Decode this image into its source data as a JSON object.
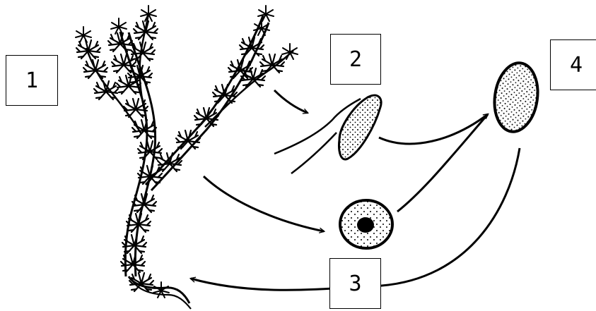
{
  "labels": [
    "1",
    "2",
    "3",
    "4"
  ],
  "colors": {
    "ink": "#000000",
    "paper": "#ffffff"
  }
}
